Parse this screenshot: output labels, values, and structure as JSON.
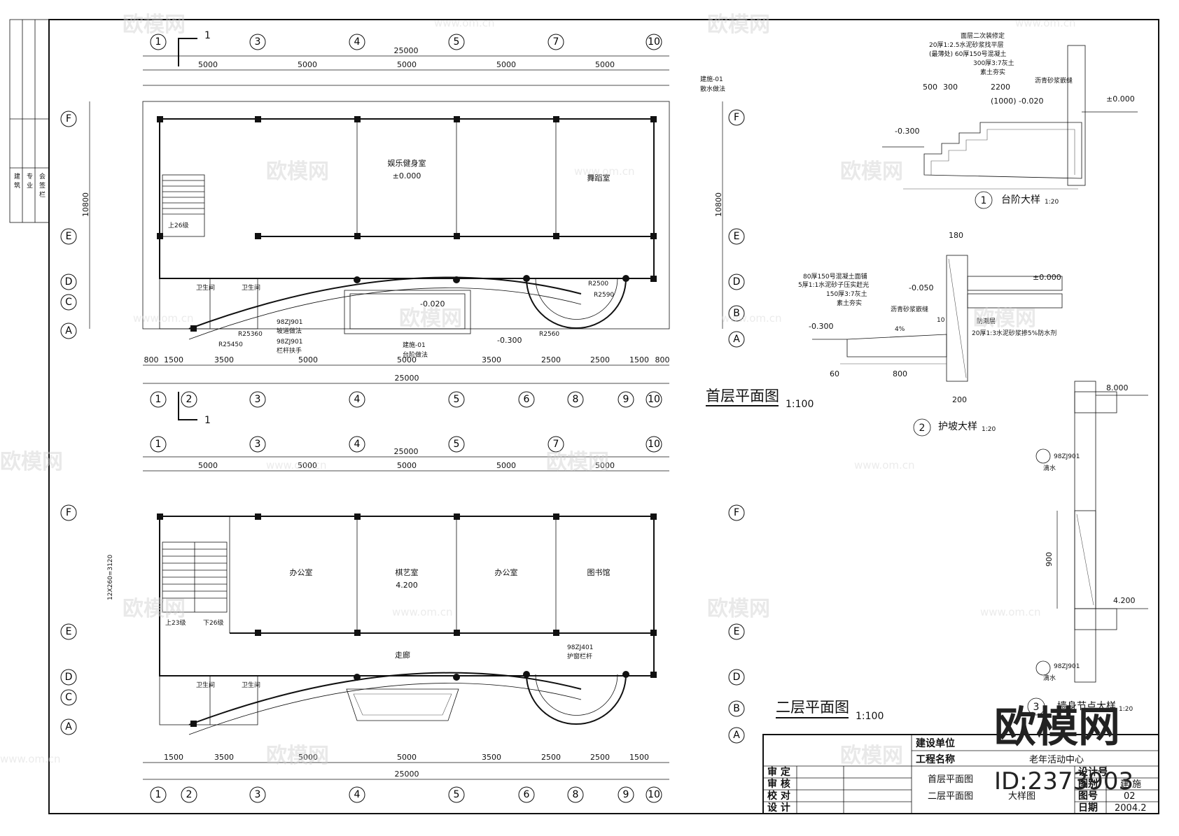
{
  "plans": {
    "ground": {
      "title": "首层平面图",
      "scale": "1:100",
      "section_mark": "1",
      "rooms": {
        "fitness": "娱乐健身室",
        "fitness_level": "±0.000",
        "dance": "舞蹈室",
        "stair_note": "上26级",
        "toilet": "卫生间"
      },
      "overall_dim": "25000",
      "bay_dims": [
        "5000",
        "5000",
        "5000",
        "5000",
        "5000"
      ],
      "bottom_dims": [
        "800",
        "1500",
        "3500",
        "5000",
        "5000",
        "3500",
        "2500",
        "2500",
        "1500",
        "800"
      ],
      "depth_dim": "10800",
      "notes": {
        "drain_ref": "建施-01",
        "drain_text": "散水做法",
        "step_ref": "建施-01",
        "step_text": "台阶做法",
        "rail_ref": "98ZJ901",
        "rail_text": "坡道做法",
        "handrail_ref": "98ZJ901",
        "handrail_text": "栏杆扶手",
        "levels": [
          "-0.020",
          "-0.300"
        ]
      },
      "radii": [
        "R2500",
        "R2590",
        "R25360",
        "R25450",
        "R2560"
      ]
    },
    "second": {
      "title": "二层平面图",
      "scale": "1:100",
      "rooms": {
        "office1": "办公室",
        "chess": "棋艺室",
        "office2": "办公室",
        "library": "图书馆",
        "corridor": "走廊",
        "level": "4.200",
        "stair_note": "上23级",
        "stair_note2": "下26级",
        "toilet": "卫生间",
        "stair_dim": "12X260=3120"
      },
      "overall_dim": "25000",
      "bay_dims": [
        "5000",
        "5000",
        "5000",
        "5000",
        "5000"
      ],
      "bottom_dims": [
        "1500",
        "3500",
        "5000",
        "5000",
        "3500",
        "2500",
        "2500",
        "1500"
      ],
      "rail_ref": "98ZJ401",
      "rail_text": "护窗栏杆"
    }
  },
  "axes": {
    "top": [
      "1",
      "3",
      "4",
      "5",
      "7",
      "10"
    ],
    "bottom": [
      "1",
      "2",
      "3",
      "4",
      "5",
      "6",
      "8",
      "9",
      "10"
    ],
    "rows": [
      "F",
      "E",
      "D",
      "C",
      "A"
    ],
    "rows_right": [
      "F",
      "E",
      "D",
      "B",
      "A"
    ]
  },
  "details": {
    "step": {
      "num": "1",
      "title": "台阶大样",
      "scale": "1:20",
      "layers": [
        "面层二次装修定",
        "20厚1:2.5水泥砂浆找平层",
        "(最薄处) 60厚150号混凝土",
        "300厚3:7灰土",
        "素土夯实"
      ],
      "dims": [
        "500",
        "300",
        "2200",
        "(1000)"
      ],
      "levels": [
        "-0.020",
        "±0.000",
        "-0.300"
      ],
      "note": "沥青砂浆嵌缝"
    },
    "slope": {
      "num": "2",
      "title": "护坡大样",
      "scale": "1:20",
      "layers": [
        "80厚150号混凝土面铺",
        "5厚1:1水泥砂子压实赶光",
        "150厚3:7灰土",
        "素土夯实"
      ],
      "dims": [
        "180",
        "800",
        "60",
        "200",
        "10"
      ],
      "levels": [
        "-0.050",
        "±0.000",
        "-0.300"
      ],
      "slope": "4%",
      "note": "沥青砂浆嵌缝",
      "waterproof": "防潮层",
      "waterproof2": "20厚1:3水泥砂浆掺5%防水剂"
    },
    "wall": {
      "num": "3",
      "title": "墙身节点大样",
      "scale": "1:20",
      "levels": [
        "8.000",
        "4.200"
      ],
      "dim": "900",
      "ref": "98ZJ901",
      "ref_text": "滴水"
    }
  },
  "title_block": {
    "client_label": "建设单位",
    "project_label": "工程名称",
    "project_value": "老年活动中心",
    "rows": [
      "审 定",
      "审 核",
      "校 对",
      "设 计"
    ],
    "drawing_names": [
      "首层平面图",
      "二层平面图",
      "大样图"
    ],
    "fields": [
      "设计号",
      "图别",
      "图号",
      "日期"
    ],
    "values": [
      "",
      "建 施",
      "02",
      "2004.2"
    ]
  },
  "watermark": {
    "brand": "欧模网",
    "id": "ID:2373903",
    "url": "www.om.cn"
  },
  "side_strip": [
    "建",
    "筑",
    "专",
    "业",
    "会",
    "签",
    "栏"
  ]
}
